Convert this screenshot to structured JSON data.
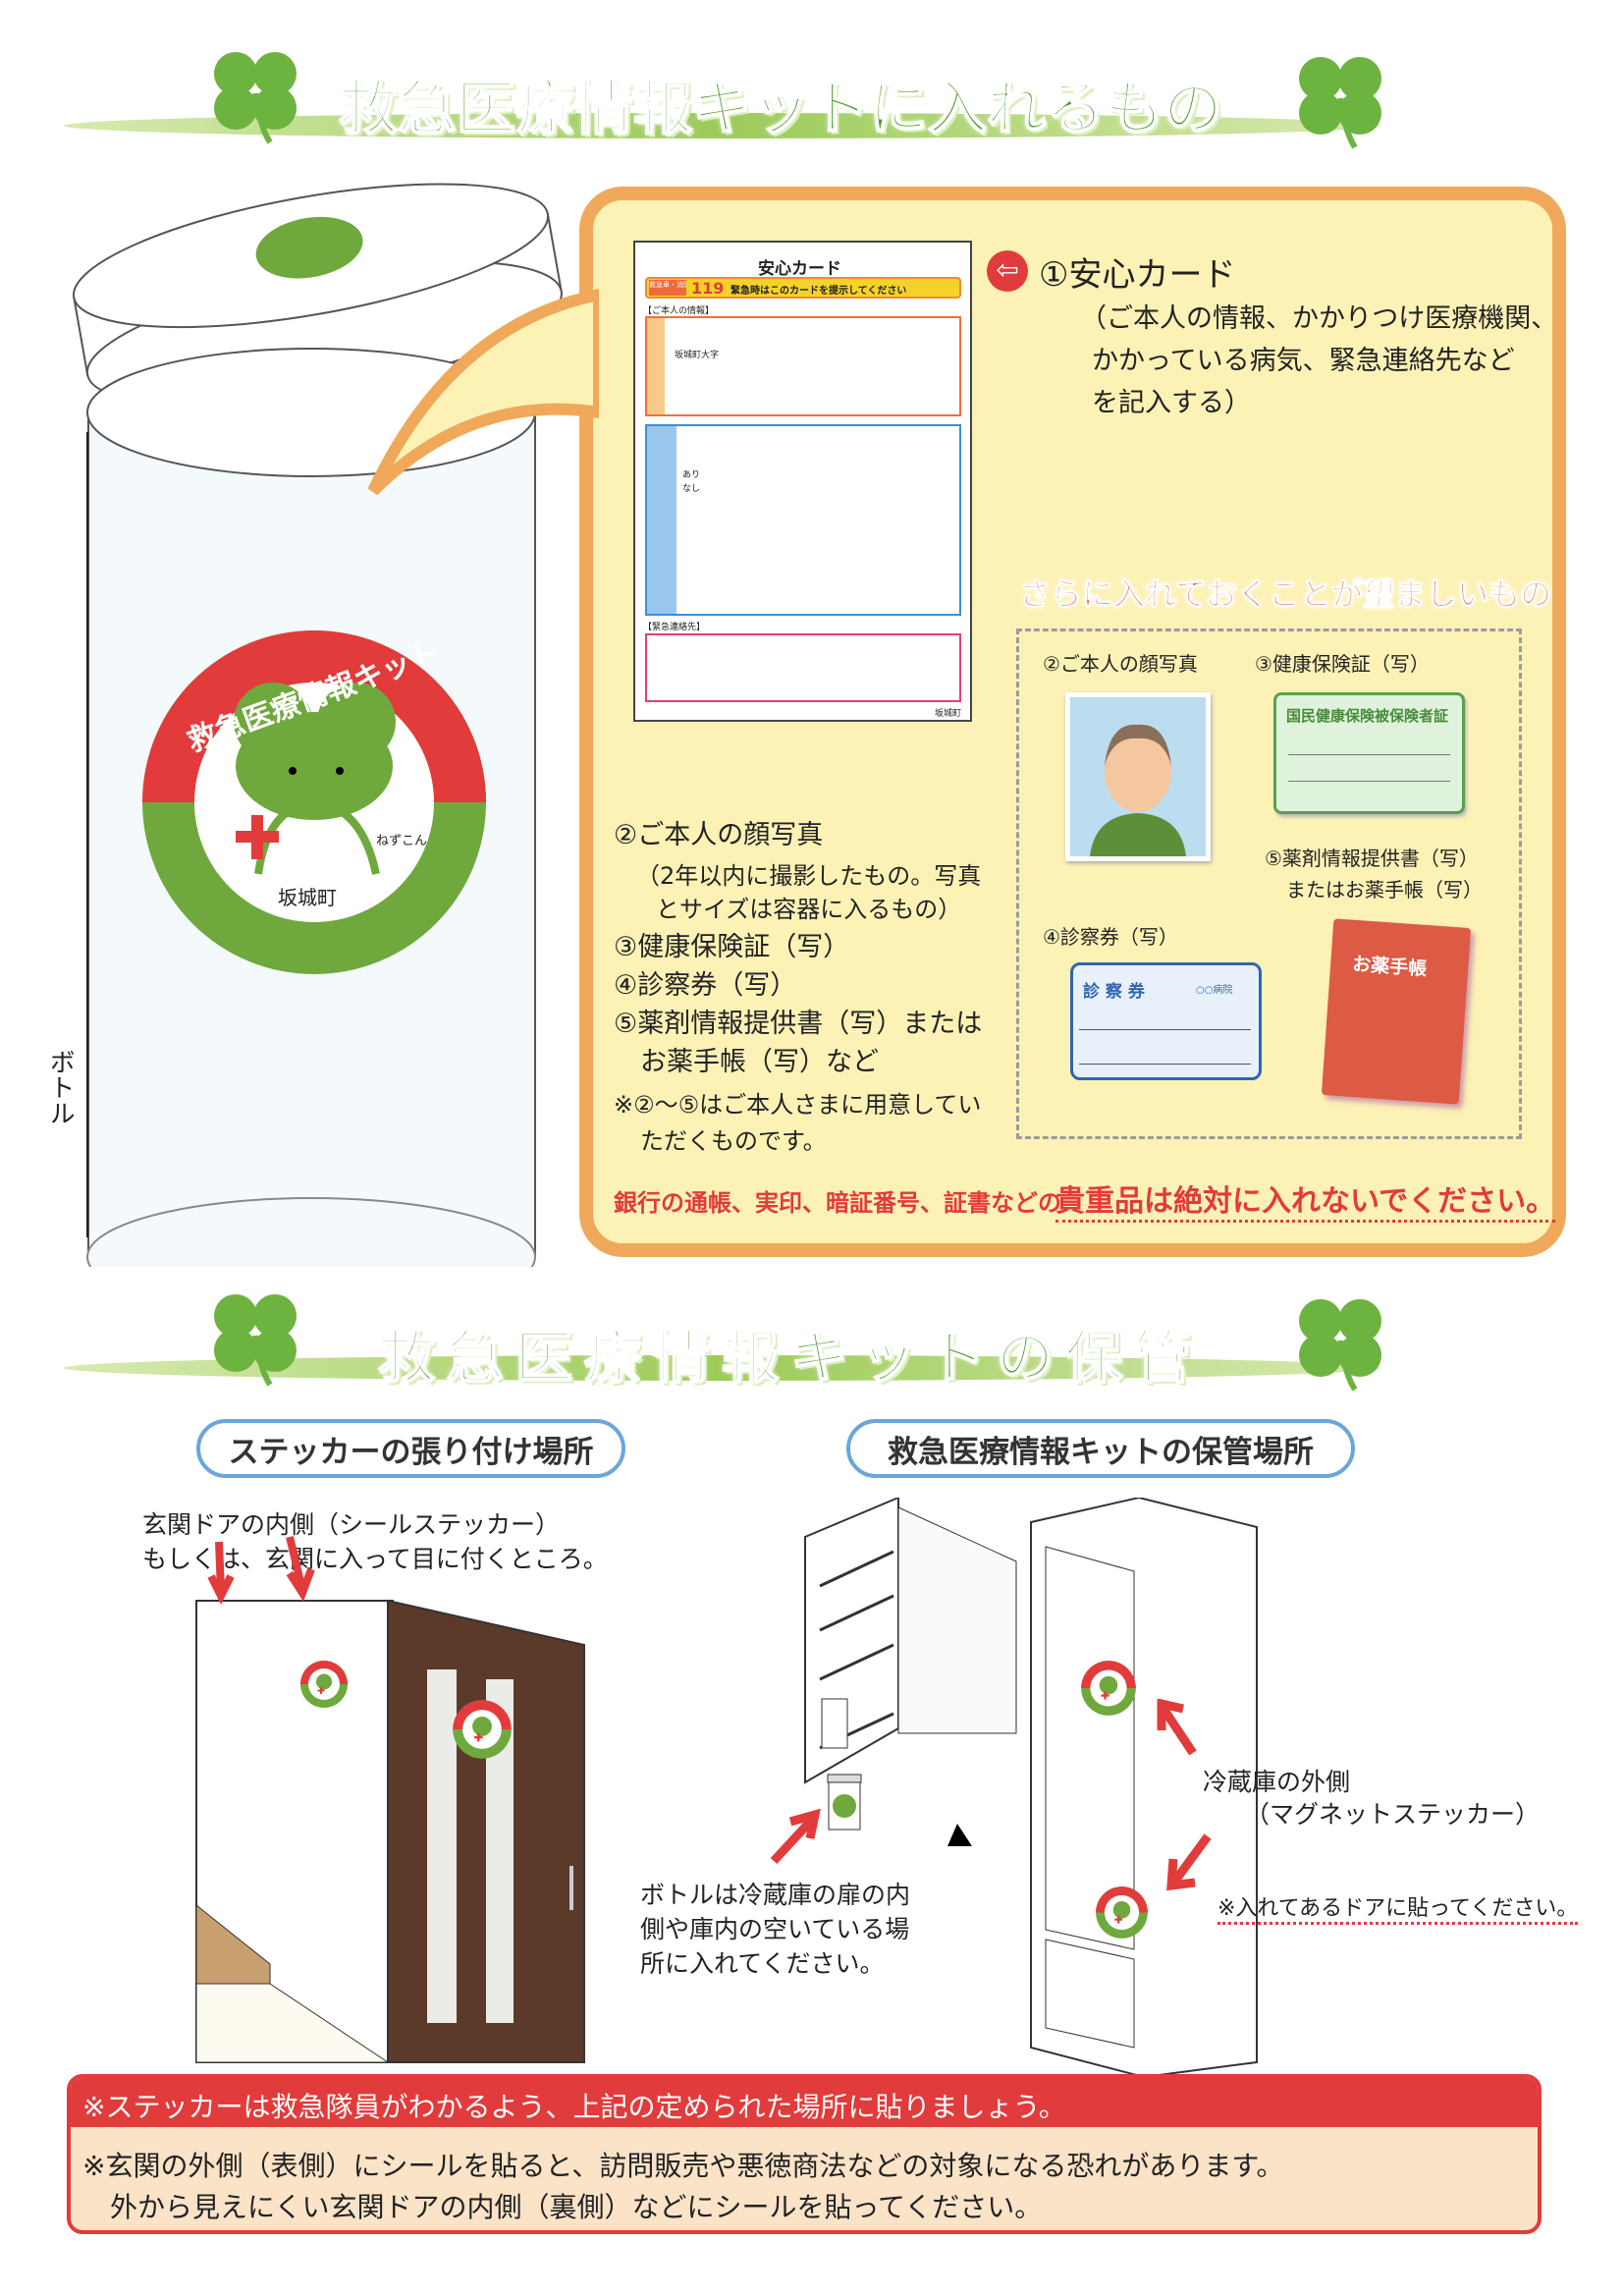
{
  "section1": {
    "title": "救急医療情報キットに入れるもの",
    "bottle_label": "ボトル",
    "sticker": {
      "ring_text": "救急医療情報キット",
      "character": "ねずこん",
      "town": "坂城町"
    },
    "card": {
      "title": "安心カード",
      "emergency_label": "救急車・消防 通報先は",
      "emergency_number": "119",
      "emergency_note": "緊急時はこのカードを提示してください",
      "personal_info_label": "【ご本人の情報】",
      "address_sample": "坂城町大字",
      "allergy_yes": "あり",
      "allergy_no": "なし",
      "contact_label": "【緊急連絡先】",
      "issuer": "坂城町"
    },
    "item1": {
      "title": "①安心カード",
      "desc": [
        "（ご本人の情報、かかりつけ医療機関、",
        "かかっている病気、緊急連絡先など",
        "を記入する）"
      ]
    },
    "desirable_heading": "さらに入れておくことが望ましいもの",
    "desirable_items": {
      "photo": "②ご本人の顔写真",
      "insurance": "③健康保険証（写）",
      "insurance_card_text": "国民健康保険被保険者証",
      "medicine_info": [
        "⑤薬剤情報提供書（写）",
        "またはお薬手帳（写）"
      ],
      "exam_ticket": "④診察券（写）",
      "exam_ticket_card": "診 察 券",
      "exam_ticket_hospital": "○○病院",
      "notebook": "お薬手帳"
    },
    "list": [
      "②ご本人の顔写真",
      "（2年以内に撮影したもの。写真",
      "とサイズは容器に入るもの）",
      "③健康保険証（写）",
      "④診察券（写）",
      "⑤薬剤情報提供書（写）または",
      "お薬手帳（写）など",
      "※②～⑤はご本人さまに用意してい",
      "ただくものです。"
    ],
    "warning_prefix": "銀行の通帳、実印、暗証番号、証書などの",
    "warning_emphasis": "貴重品は絶対に入れないでください。"
  },
  "section2": {
    "title": "救急医療情報キットの保管",
    "sticker_place_label": "ステッカーの張り付け場所",
    "storage_place_label": "救急医療情報キットの保管場所",
    "door_note": [
      "玄関ドアの内側（シールステッカー）",
      "もしくは、玄関に入って目に付くところ。"
    ],
    "fridge_outside": [
      "冷蔵庫の外側",
      "（マグネットステッカー）"
    ],
    "fridge_door_note": "※入れてあるドアに貼ってください。",
    "bottle_note": [
      "ボトルは冷蔵庫の扉の内",
      "側や庫内の空いている場",
      "所に入れてください。"
    ]
  },
  "footer": {
    "line1": "※ステッカーは救急隊員がわかるよう、上記の定められた場所に貼りましょう。",
    "line2": "※玄関の外側（表側）にシールを貼ると、訪問販売や悪徳商法などの対象になる恐れがあります。",
    "line3": "外から見えにくい玄関ドアの内側（裏側）などにシールを貼ってください。"
  },
  "colors": {
    "green": "#4f9a2c",
    "red": "#e23b3b",
    "orange": "#f0a85a",
    "panel": "#fdf2b6",
    "blue": "#6aa6dc"
  }
}
